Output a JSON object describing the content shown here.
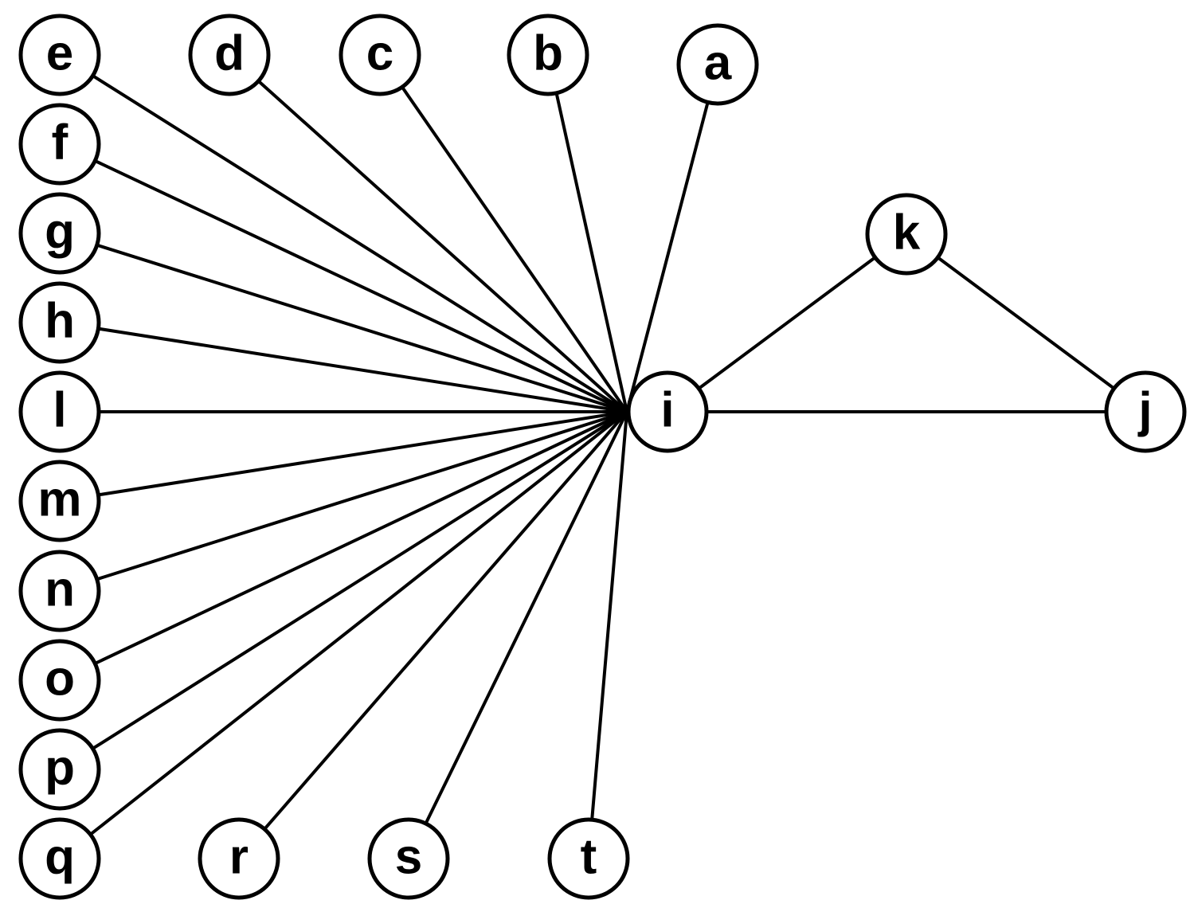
{
  "diagram": {
    "type": "undirected-graph",
    "colors": {
      "line": "#000000",
      "node_fill": "#ffffff",
      "background": "#ffffff"
    },
    "nodes": [
      {
        "id": "a",
        "label": "a"
      },
      {
        "id": "b",
        "label": "b"
      },
      {
        "id": "c",
        "label": "c"
      },
      {
        "id": "d",
        "label": "d"
      },
      {
        "id": "e",
        "label": "e"
      },
      {
        "id": "f",
        "label": "f"
      },
      {
        "id": "g",
        "label": "g"
      },
      {
        "id": "h",
        "label": "h"
      },
      {
        "id": "i",
        "label": "i"
      },
      {
        "id": "j",
        "label": "j"
      },
      {
        "id": "k",
        "label": "k"
      },
      {
        "id": "l",
        "label": "l"
      },
      {
        "id": "m",
        "label": "m"
      },
      {
        "id": "n",
        "label": "n"
      },
      {
        "id": "o",
        "label": "o"
      },
      {
        "id": "p",
        "label": "p"
      },
      {
        "id": "q",
        "label": "q"
      },
      {
        "id": "r",
        "label": "r"
      },
      {
        "id": "s",
        "label": "s"
      },
      {
        "id": "t",
        "label": "t"
      }
    ],
    "edges": [
      [
        "a",
        "i"
      ],
      [
        "b",
        "i"
      ],
      [
        "c",
        "i"
      ],
      [
        "d",
        "i"
      ],
      [
        "e",
        "i"
      ],
      [
        "f",
        "i"
      ],
      [
        "g",
        "i"
      ],
      [
        "h",
        "i"
      ],
      [
        "l",
        "i"
      ],
      [
        "m",
        "i"
      ],
      [
        "n",
        "i"
      ],
      [
        "o",
        "i"
      ],
      [
        "p",
        "i"
      ],
      [
        "q",
        "i"
      ],
      [
        "r",
        "i"
      ],
      [
        "s",
        "i"
      ],
      [
        "t",
        "i"
      ],
      [
        "i",
        "k"
      ],
      [
        "i",
        "j"
      ],
      [
        "k",
        "j"
      ]
    ]
  }
}
